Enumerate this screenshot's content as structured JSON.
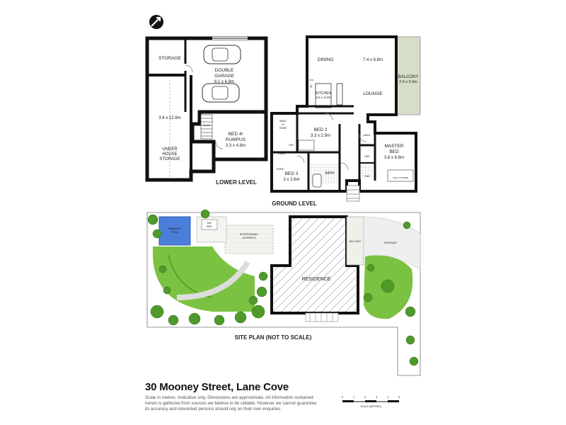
{
  "lower_level": {
    "title": "LOWER LEVEL",
    "rooms": {
      "storage": "STORAGE",
      "garage_name1": "DOUBLE",
      "garage_name2": "GARAGE",
      "garage_dim": "6.1 x 6.8m",
      "under_dim": "3.6 x 12.6m",
      "under_name1": "UNDER",
      "under_name2": "HOUSE",
      "under_name3": "STORAGE",
      "bed4_name1": "BED 4/",
      "bed4_name2": "RUMPUS",
      "bed4_dim": "3.3 x 4.8m",
      "stairs": "STAIRS"
    }
  },
  "ground_level": {
    "title": "GROUND LEVEL",
    "rooms": {
      "dining": "DINING",
      "living_dim": "7.4 x 6.8m",
      "lounge": "LOUNGE",
      "balcony": "BALCONY",
      "balcony_dim": "2.4 x 6.9m",
      "kitchen": "KITCHEN",
      "kitchen_dim": "2.6 x 3.4m",
      "pantry": "PAN",
      "fridge": "F",
      "walk_in_robe1": "WALK",
      "walk_in_robe2": "IN",
      "walk_in_robe3": "ROBE",
      "dry": "DRY",
      "bed2": "BED 2",
      "bed2_dim": "3.3 x 2.9m",
      "linen": "LINEN",
      "linen2": "LINEN",
      "bed3": "BED 3",
      "bed3_dim": "3 x 2.6m",
      "robe": "ROBE",
      "bath": "BATH",
      "master1": "MASTER",
      "master2": "BED",
      "master_dim": "3.6 x 6.8m",
      "ens": "ENS",
      "wir_small": "WALK IN ROBE",
      "ens2": "ENS"
    }
  },
  "site_plan": {
    "title": "SITE PLAN (NOT TO SCALE)",
    "pool1": "SWIMMING",
    "pool2": "POOL",
    "daybed1": "DAY",
    "daybed2": "BED",
    "alfresco1": "ENTERTAINING",
    "alfresco2": "ALFRESCO",
    "residence": "RESIDENCE",
    "balcony": "BALCONY",
    "driveway": "DRIVEWAY"
  },
  "footer": {
    "address": "30 Mooney Street, Lane Cove",
    "disclaimer": "Scale in metres. Indicative only. Dimensions are approximate. All information contained herein is gathered from sources we believe to be reliable. However we cannot guarantee its accuracy and interested persons should rely on their own enquiries.",
    "scale_ticks": [
      "0",
      "1",
      "2",
      "3",
      "4",
      "5"
    ],
    "scale_label": "SCALE (METRES)"
  },
  "colors": {
    "wall": "#111111",
    "lawn": "#7cc242",
    "lawn_dark": "#4f9a2a",
    "pool": "#4a7ed8",
    "deck": "#f0efe9",
    "paving": "#e9e9e9",
    "balcony_fill": "#d5dfc8"
  },
  "icons": {
    "north": "north-arrow-icon"
  }
}
